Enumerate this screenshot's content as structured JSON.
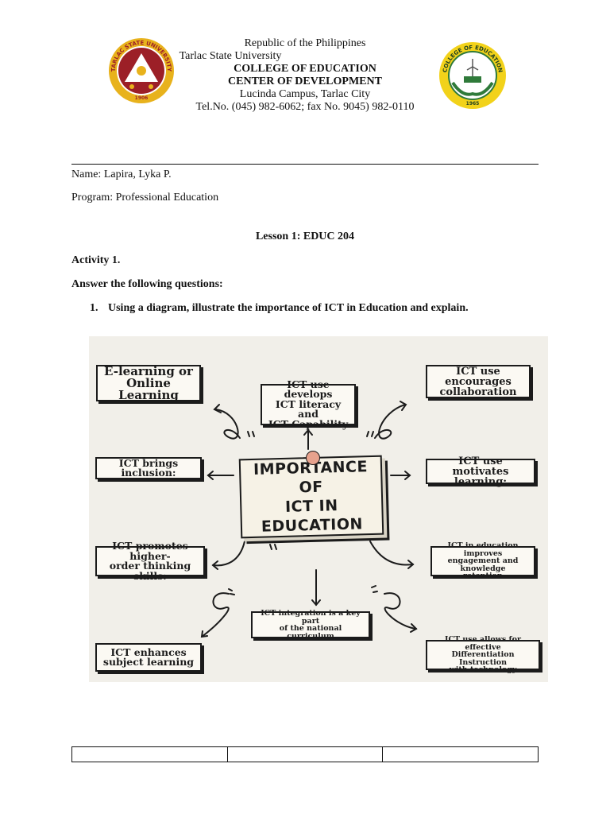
{
  "header": {
    "line1": "Republic of the Philippines",
    "line2": "Tarlac State University",
    "line3": "COLLEGE OF EDUCATION",
    "line4": "CENTER OF DEVELOPMENT",
    "line5": "Lucinda Campus, Tarlac City",
    "line6": "Tel.No. (045) 982-6062; fax No. 9045) 982-0110",
    "left_logo": {
      "text": "TARLAC STATE UNIVERSITY",
      "year": "1906"
    },
    "right_logo": {
      "text": "COLLEGE OF EDUCATION",
      "year": "1965"
    }
  },
  "student": {
    "name": "Name: Lapira, Lyka P.",
    "program": "Program: Professional Education"
  },
  "lesson": {
    "title": "Lesson 1: EDUC 204",
    "activity": "Activity 1.",
    "instruction": "Answer the following questions:",
    "question_number": "1.",
    "question": "Using a diagram, illustrate the importance of ICT in Education and explain."
  },
  "diagram": {
    "center": [
      "IMPORTANCE OF",
      "ICT IN EDUCATION"
    ],
    "boxes": {
      "elearning": [
        "E-learning or",
        "Online Learning"
      ],
      "literacy": [
        "ICT use develops",
        "ICT literacy and",
        "ICT Capability"
      ],
      "collaboration": [
        "ICT use encourages",
        "collaboration"
      ],
      "inclusion": [
        "ICT brings inclusion:"
      ],
      "motivates": [
        "ICT use motivates",
        "learning:"
      ],
      "higher_order": [
        "ICT promotes higher-",
        "order thinking skills:"
      ],
      "engagement": [
        "ICT in education improves",
        "engagement and knowledge",
        "retention"
      ],
      "curriculum": [
        "ICT integration is a key part",
        "of the national curriculum"
      ],
      "subject": [
        "ICT enhances",
        "subject learning"
      ],
      "differentiation": [
        "ICT use allows for effective",
        "Differentiation Instruction",
        "with technology"
      ]
    },
    "colors": {
      "ink": "#1b1b1b",
      "card": "#f6f2e6",
      "pin": "#e7a28d",
      "bg": "#f1efe9"
    }
  }
}
